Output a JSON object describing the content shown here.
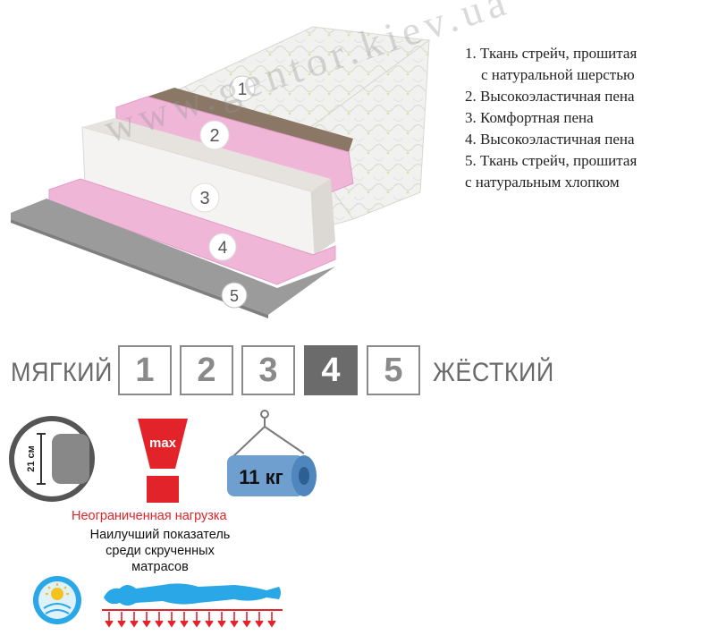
{
  "layers": [
    {
      "num": "1",
      "text_lines": [
        "1. Ткань стрейч, прошитая",
        "с натуральной шерстью"
      ]
    },
    {
      "num": "2",
      "text_lines": [
        "2. Высокоэластичная пена"
      ]
    },
    {
      "num": "3",
      "text_lines": [
        "3. Комфортная пена"
      ]
    },
    {
      "num": "4",
      "text_lines": [
        "4. Высокоэластичная пена"
      ]
    },
    {
      "num": "5",
      "text_lines": [
        "5. Ткань стрейч, прошитая",
        "с натуральным хлопком"
      ]
    }
  ],
  "watermark": "www.gentor.kiev.ua",
  "firmness": {
    "soft_label": "МЯГКИЙ",
    "hard_label": "ЖЁСТКИЙ",
    "levels": [
      "1",
      "2",
      "3",
      "4",
      "5"
    ],
    "selected": "4"
  },
  "icons": {
    "height_label": "21 см",
    "load_label": "max",
    "weight_label": "11 кг"
  },
  "load_text": "Неограниченная нагрузка",
  "info_lines": [
    "Наилучший показатель",
    "среди скрученных",
    "матрасов"
  ],
  "colors": {
    "accent_red": "#e3232a",
    "active_box": "#6b6b6b",
    "pink_foam": "#f0b6d8",
    "brown_layer": "#8b7765",
    "body_blue": "#2aa7e6"
  }
}
